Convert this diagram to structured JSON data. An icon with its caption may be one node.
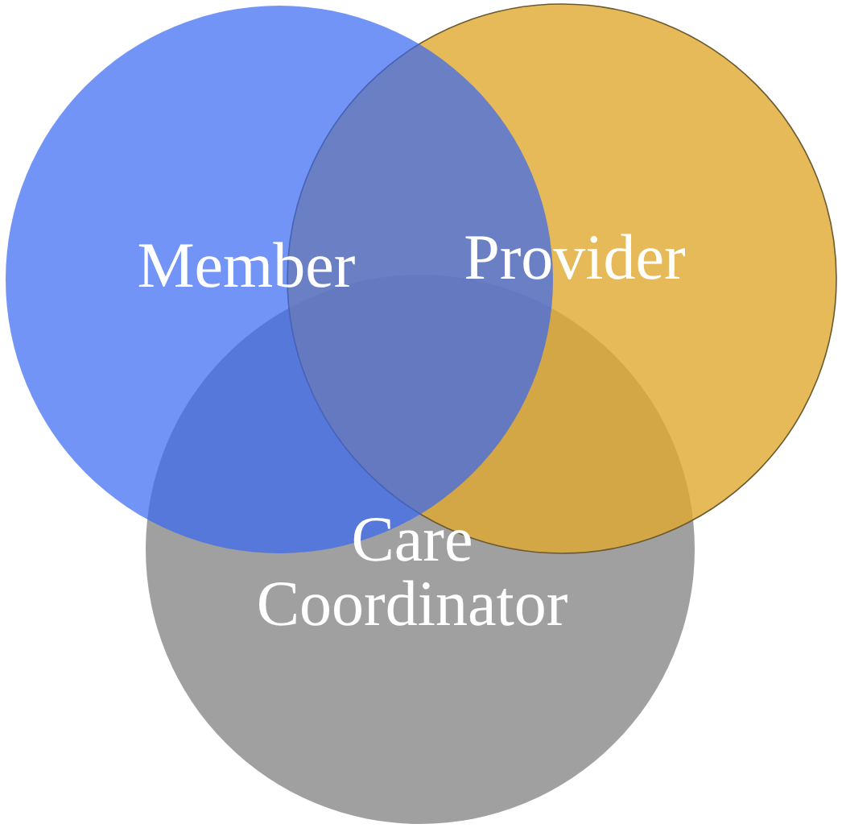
{
  "diagram": {
    "nodes": [
      {
        "text": [
          "Member"
        ]
      },
      {
        "text": [
          "Provider"
        ]
      },
      {
        "text": [
          "Care Coordinator"
        ]
      }
    ]
  }
}
